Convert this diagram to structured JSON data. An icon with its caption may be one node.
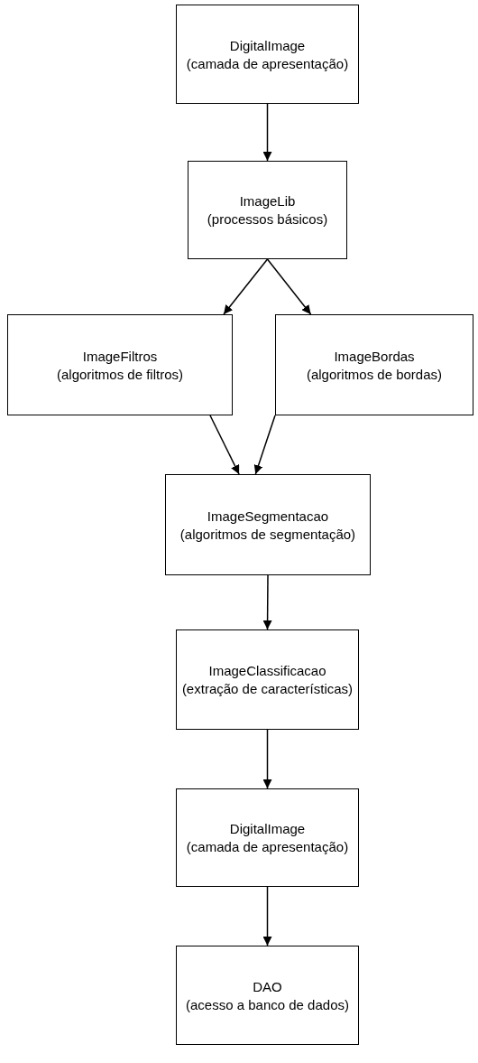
{
  "diagram": {
    "nodes": [
      {
        "text": [
          "DigitalImage",
          "(camada de apresentação)"
        ]
      },
      {
        "text": [
          "ImageLib",
          "(processos básicos)"
        ]
      },
      {
        "text": [
          "ImageFiltros",
          "(algoritmos de filtros)"
        ]
      },
      {
        "text": [
          "ImageBordas",
          "(algoritmos de bordas)"
        ]
      },
      {
        "text": [
          "ImageSegmentacao",
          "(algoritmos de segmentação)"
        ]
      },
      {
        "text": [
          "ImageClassificacao",
          "(extração de características)"
        ]
      },
      {
        "text": [
          "DigitalImage",
          "(camada de apresentação)"
        ]
      },
      {
        "text": [
          "DAO",
          "(acesso a banco de dados)"
        ]
      }
    ],
    "edges": [
      {
        "from": 0,
        "to": 1,
        "arrow": "to"
      },
      {
        "from": 1,
        "to": 2,
        "arrow": "to"
      },
      {
        "from": 1,
        "to": 3,
        "arrow": "to"
      },
      {
        "from": 2,
        "to": 4,
        "arrow": "to"
      },
      {
        "from": 3,
        "to": 4,
        "arrow": "to"
      },
      {
        "from": 4,
        "to": 5,
        "arrow": "to"
      },
      {
        "from": 5,
        "to": 6,
        "arrow": "to"
      },
      {
        "from": 6,
        "to": 7,
        "arrow": "to"
      }
    ]
  }
}
